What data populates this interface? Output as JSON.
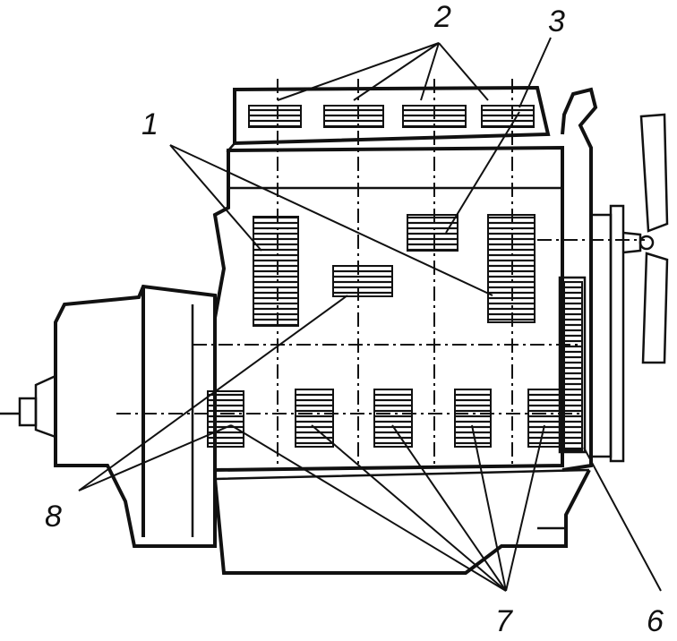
{
  "labels": {
    "l1": "1",
    "l2": "2",
    "l3": "3",
    "l6": "6",
    "l7": "7",
    "l8": "8"
  }
}
